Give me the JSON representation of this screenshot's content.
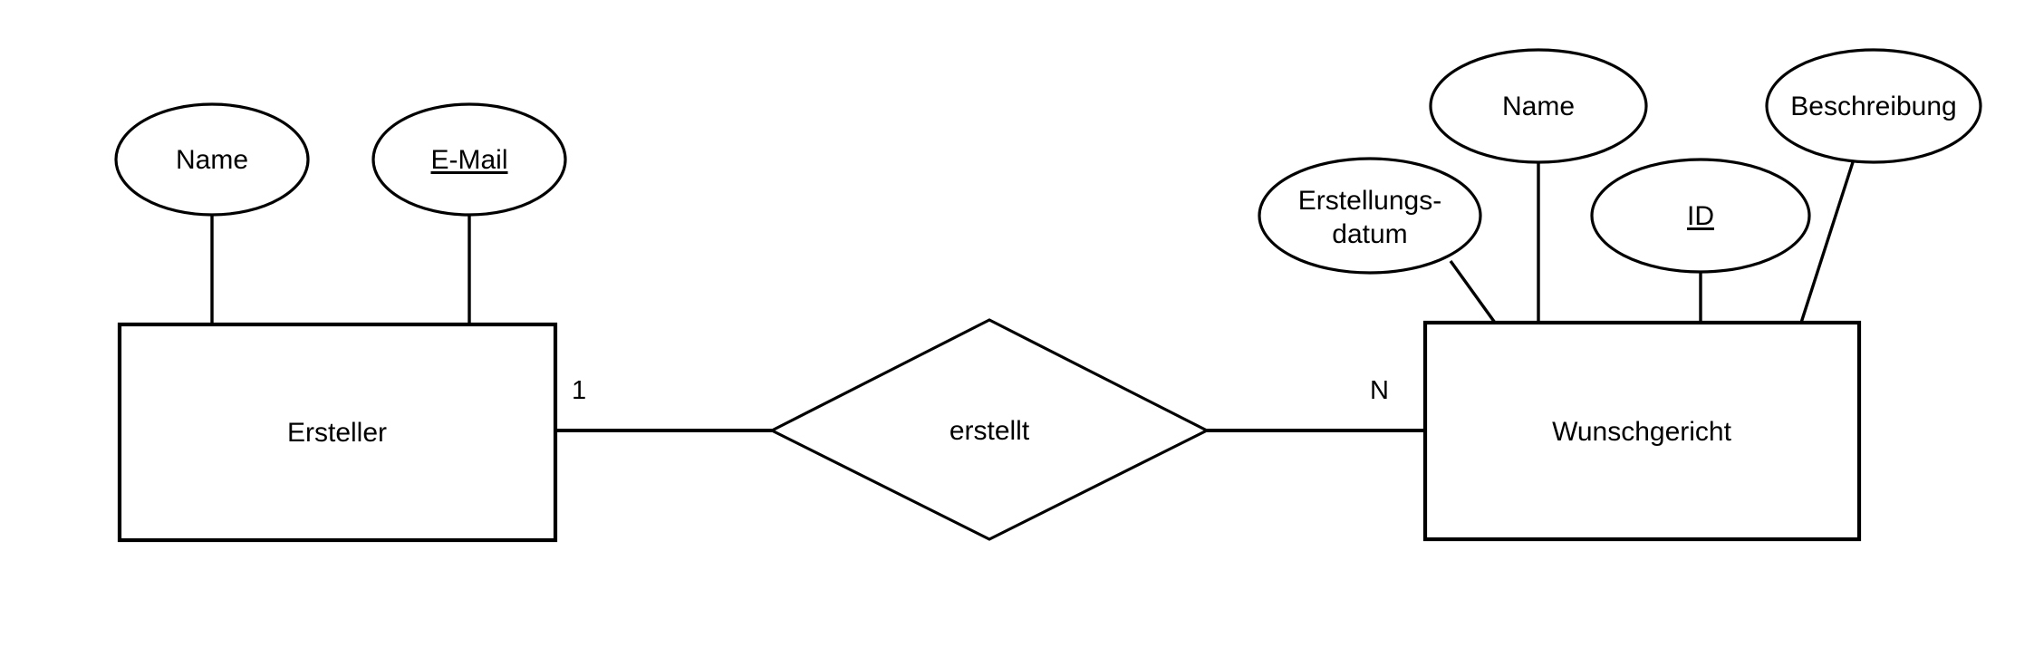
{
  "diagram": {
    "type": "entity-relationship-diagram",
    "notation": "chen",
    "background_color": "#ffffff",
    "line_color": "#000000",
    "text_color": "#000000"
  },
  "entities": [
    {
      "id": "ersteller",
      "label": "Ersteller",
      "attributes": [
        {
          "id": "ersteller-name",
          "label": "Name",
          "primary_key": false
        },
        {
          "id": "ersteller-email",
          "label": "E-Mail",
          "primary_key": true
        }
      ]
    },
    {
      "id": "wunschgericht",
      "label": "Wunschgericht",
      "attributes": [
        {
          "id": "wg-erstellungsdatum",
          "label_line1": "Erstellungs-",
          "label_line2": "datum",
          "primary_key": false
        },
        {
          "id": "wg-name",
          "label": "Name",
          "primary_key": false
        },
        {
          "id": "wg-id",
          "label": "ID",
          "primary_key": true
        },
        {
          "id": "wg-beschreibung",
          "label": "Beschreibung",
          "primary_key": false
        }
      ]
    }
  ],
  "relationship": {
    "id": "erstellt",
    "label": "erstellt",
    "left_entity": "Ersteller",
    "right_entity": "Wunschgericht",
    "left_cardinality": "1",
    "right_cardinality": "N"
  }
}
